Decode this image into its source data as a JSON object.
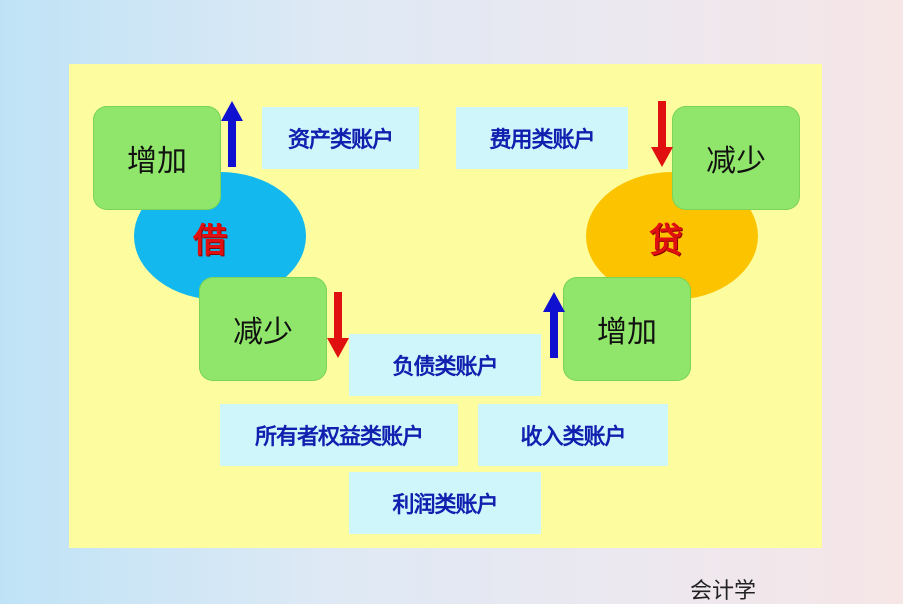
{
  "diagram": {
    "debit_label": "借",
    "credit_label": "贷",
    "increase_label": "增加",
    "decrease_label": "减少",
    "accounts": {
      "assets": "资产类账户",
      "expenses": "费用类账户",
      "liabilities": "负债类账户",
      "equity": "所有者权益类账户",
      "revenue": "收入类账户",
      "profit": "利润类账户"
    },
    "colors": {
      "debit_ellipse": "#12b8ee",
      "credit_ellipse": "#fcc400",
      "box_green": "#90e66a",
      "account_box": "#cff7fb",
      "arrow_up": "#1010d0",
      "arrow_down": "#e01010",
      "panel": "#fdfda0"
    },
    "icons": [
      "up-arrow-icon",
      "down-arrow-icon"
    ]
  },
  "footer": {
    "partial_text": "会计学"
  }
}
